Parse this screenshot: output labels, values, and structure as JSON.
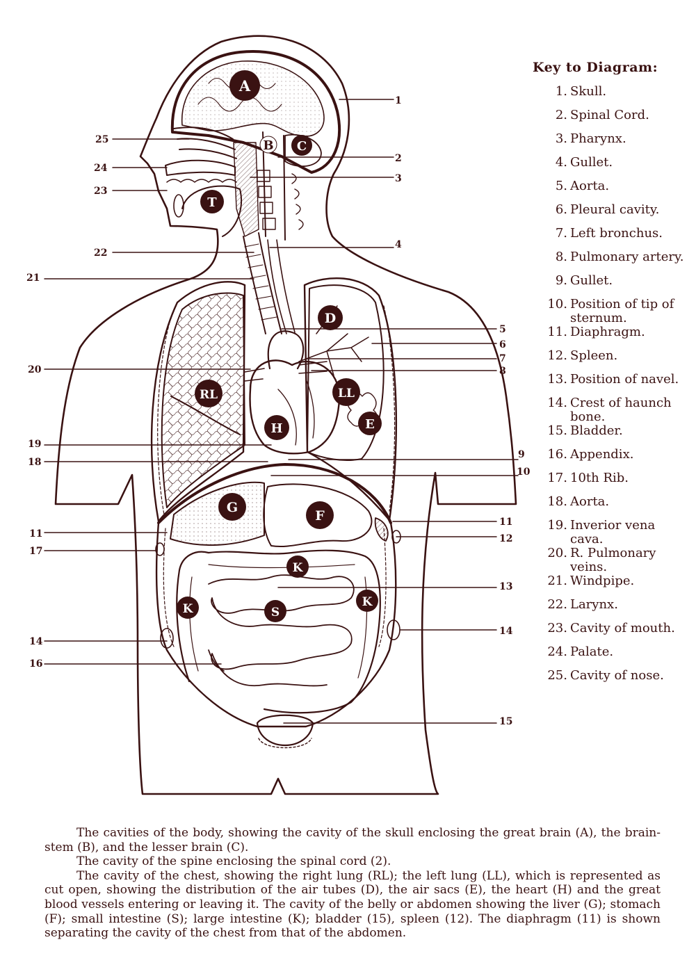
{
  "key": {
    "title": "Key to Diagram:",
    "items": [
      {
        "num": "1.",
        "label": "Skull."
      },
      {
        "num": "2.",
        "label": "Spinal Cord."
      },
      {
        "num": "3.",
        "label": "Pharynx."
      },
      {
        "num": "4.",
        "label": "Gullet."
      },
      {
        "num": "5.",
        "label": "Aorta."
      },
      {
        "num": "6.",
        "label": "Pleural cavity."
      },
      {
        "num": "7.",
        "label": "Left bronchus."
      },
      {
        "num": "8.",
        "label": "Pulmonary artery."
      },
      {
        "num": "9.",
        "label": "Gullet."
      },
      {
        "num": "10.",
        "label": "Position of tip of sternum."
      },
      {
        "num": "11.",
        "label": "Diaphragm."
      },
      {
        "num": "12.",
        "label": "Spleen."
      },
      {
        "num": "13.",
        "label": "Position of navel."
      },
      {
        "num": "14.",
        "label": "Crest of haunch bone."
      },
      {
        "num": "15.",
        "label": "Bladder."
      },
      {
        "num": "16.",
        "label": "Appendix."
      },
      {
        "num": "17.",
        "label": "10th Rib."
      },
      {
        "num": "18.",
        "label": "Aorta."
      },
      {
        "num": "19.",
        "label": "Inverior vena cava."
      },
      {
        "num": "20.",
        "label": "R. Pulmonary veins."
      },
      {
        "num": "21.",
        "label": "Windpipe."
      },
      {
        "num": "22.",
        "label": "Larynx."
      },
      {
        "num": "23.",
        "label": "Cavity of mouth."
      },
      {
        "num": "24.",
        "label": "Palate."
      },
      {
        "num": "25.",
        "label": "Cavity of nose."
      }
    ]
  },
  "regions": {
    "a": "A",
    "b": "B",
    "c": "C",
    "t": "T",
    "d": "D",
    "e": "E",
    "rl": "RL",
    "ll": "LL",
    "h": "H",
    "g": "G",
    "f": "F",
    "k1": "K",
    "k2": "K",
    "k3": "K",
    "s": "S"
  },
  "callouts": {
    "n1": "1",
    "n2": "2",
    "n3": "3",
    "n4": "4",
    "n5": "5",
    "n6": "6",
    "n7": "7",
    "n8": "8",
    "n9": "9",
    "n10": "10",
    "n11r": "11",
    "n12": "12",
    "n13": "13",
    "n14r": "14",
    "n15": "15",
    "n25": "25",
    "n24": "24",
    "n23": "23",
    "n22": "22",
    "n21": "21",
    "n20": "20",
    "n19": "19",
    "n18": "18",
    "n11l": "11",
    "n17": "17",
    "n14l": "14",
    "n16": "16"
  },
  "caption": [
    "The cavities of the body, showing the cavity of the skull enclosing the great brain (A), the brain-stem (B), and the lesser brain (C).",
    "The cavity of the spine enclosing the spinal cord (2).",
    "The cavity of the chest, showing the right lung (RL); the left lung (LL), which is represented as cut open, showing the distribution of the air tubes (D), the air sacs (E), the heart (H) and the great blood vessels entering or leaving it. The cavity of the belly or abdomen showing the liver (G); stomach (F); small intestine (S); large intestine (K); bladder (15), spleen (12). The diaphragm (11) is shown separating the cavity of the chest from that of the abdomen."
  ],
  "colors": {
    "ink": "#3a1212",
    "paper": "#ffffff"
  }
}
